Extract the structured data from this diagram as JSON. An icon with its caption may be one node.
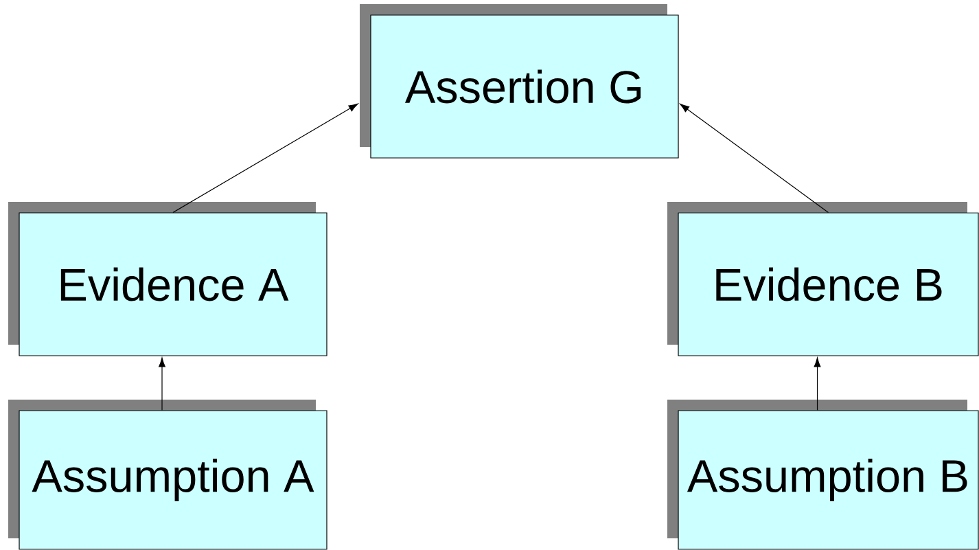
{
  "diagram": {
    "nodes": [
      {
        "text": [
          "Assertion G"
        ]
      },
      {
        "text": [
          "Evidence A"
        ]
      },
      {
        "text": [
          "Evidence B"
        ]
      },
      {
        "text": [
          "Assumption A"
        ]
      },
      {
        "text": [
          "Assumption B"
        ]
      }
    ],
    "edges": [
      {
        "from": 1,
        "to": 0,
        "arrow": "to"
      },
      {
        "from": 2,
        "to": 0,
        "arrow": "to"
      },
      {
        "from": 3,
        "to": 1,
        "arrow": "to"
      },
      {
        "from": 4,
        "to": 2,
        "arrow": "to"
      }
    ]
  }
}
